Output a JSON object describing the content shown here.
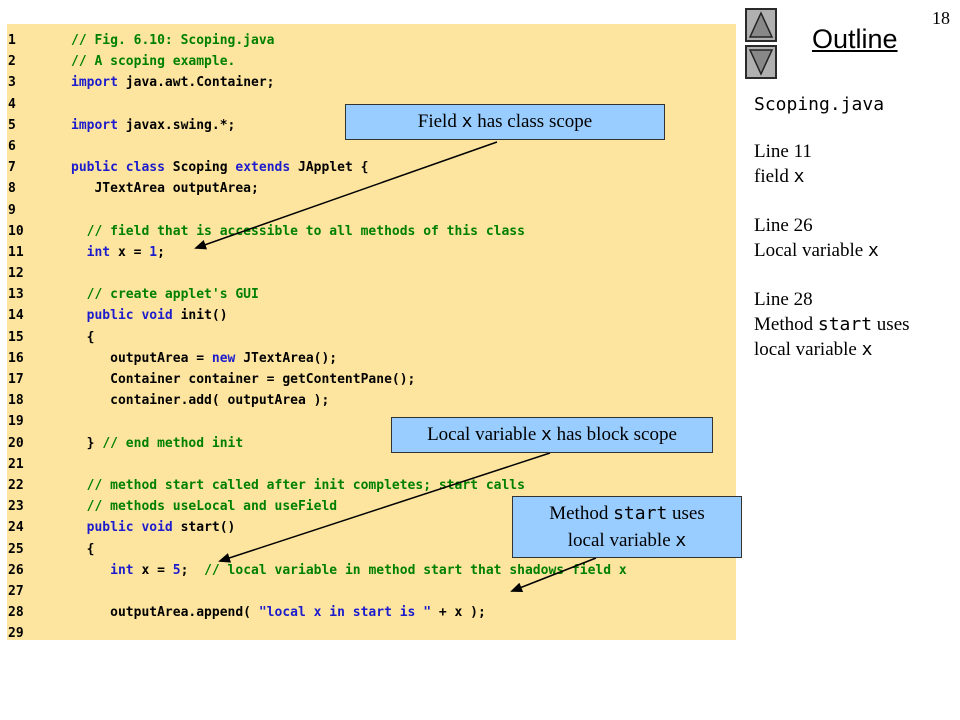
{
  "slide": {
    "number": "18",
    "outline_label": "Outline"
  },
  "nav": {
    "up_icon": "triangle-up-icon",
    "down_icon": "triangle-down-icon"
  },
  "side_notes": {
    "filename": "Scoping.java",
    "groups": [
      {
        "line": "Line 11",
        "desc_pre": "field ",
        "desc_code": "x",
        "desc_post": ""
      },
      {
        "line": "Line 26",
        "desc_pre": "Local variable ",
        "desc_code": "x",
        "desc_post": ""
      },
      {
        "line": "Line 28",
        "desc_pre": "Method ",
        "desc_code": "start",
        "desc_post": " uses",
        "desc2_pre": "local variable ",
        "desc2_code": "x"
      }
    ]
  },
  "callouts": {
    "c1": {
      "pre": "Field ",
      "code": "x",
      "post": " has class scope"
    },
    "c2": {
      "pre": "Local variable ",
      "code": "x",
      "post": " has block scope"
    },
    "c3": {
      "l1_pre": "Method ",
      "l1_code": "start",
      "l1_post": " uses",
      "l2_pre": "local variable ",
      "l2_code": "x"
    }
  },
  "code": {
    "lines": [
      {
        "n": "1",
        "tokens": [
          {
            "t": "// Fig. 6.10: Scoping.java",
            "c": "comment"
          }
        ]
      },
      {
        "n": "2",
        "tokens": [
          {
            "t": "// A scoping example.",
            "c": "comment"
          }
        ]
      },
      {
        "n": "3",
        "tokens": [
          {
            "t": "import",
            "c": "kw"
          },
          {
            "t": " java.awt.Container;",
            "c": "plain"
          }
        ]
      },
      {
        "n": "4",
        "tokens": []
      },
      {
        "n": "5",
        "tokens": [
          {
            "t": "import",
            "c": "kw"
          },
          {
            "t": " javax.swing.*;",
            "c": "plain"
          }
        ]
      },
      {
        "n": "6",
        "tokens": []
      },
      {
        "n": "7",
        "tokens": [
          {
            "t": "public",
            "c": "kw"
          },
          {
            "t": " ",
            "c": "plain"
          },
          {
            "t": "class",
            "c": "kw"
          },
          {
            "t": " Scoping ",
            "c": "plain"
          },
          {
            "t": "extends",
            "c": "kw"
          },
          {
            "t": " JApplet {",
            "c": "plain"
          }
        ]
      },
      {
        "n": "8",
        "tokens": [
          {
            "t": "   JTextArea outputArea;",
            "c": "plain"
          }
        ]
      },
      {
        "n": "9",
        "tokens": []
      },
      {
        "n": "10",
        "tokens": [
          {
            "t": "  // field that is accessible to all methods of this class",
            "c": "comment"
          }
        ]
      },
      {
        "n": "11",
        "tokens": [
          {
            "t": "  ",
            "c": "plain"
          },
          {
            "t": "int",
            "c": "kw"
          },
          {
            "t": " x = ",
            "c": "plain"
          },
          {
            "t": "1",
            "c": "num"
          },
          {
            "t": ";",
            "c": "plain"
          }
        ]
      },
      {
        "n": "12",
        "tokens": []
      },
      {
        "n": "13",
        "tokens": [
          {
            "t": "  // create applet's GUI",
            "c": "comment"
          }
        ]
      },
      {
        "n": "14",
        "tokens": [
          {
            "t": "  ",
            "c": "plain"
          },
          {
            "t": "public",
            "c": "kw"
          },
          {
            "t": " ",
            "c": "plain"
          },
          {
            "t": "void",
            "c": "kw"
          },
          {
            "t": " init()",
            "c": "plain"
          }
        ]
      },
      {
        "n": "15",
        "tokens": [
          {
            "t": "  {",
            "c": "plain"
          }
        ]
      },
      {
        "n": "16",
        "tokens": [
          {
            "t": "     outputArea = ",
            "c": "plain"
          },
          {
            "t": "new",
            "c": "kw"
          },
          {
            "t": " JTextArea();",
            "c": "plain"
          }
        ]
      },
      {
        "n": "17",
        "tokens": [
          {
            "t": "     Container container = getContentPane();",
            "c": "plain"
          }
        ]
      },
      {
        "n": "18",
        "tokens": [
          {
            "t": "     container.add( outputArea );",
            "c": "plain"
          }
        ]
      },
      {
        "n": "19",
        "tokens": []
      },
      {
        "n": "20",
        "tokens": [
          {
            "t": "  } ",
            "c": "plain"
          },
          {
            "t": "// end method init",
            "c": "comment"
          }
        ]
      },
      {
        "n": "21",
        "tokens": []
      },
      {
        "n": "22",
        "tokens": [
          {
            "t": "  // method start called after init completes; start calls",
            "c": "comment"
          }
        ]
      },
      {
        "n": "23",
        "tokens": [
          {
            "t": "  // methods useLocal and useField",
            "c": "comment"
          }
        ]
      },
      {
        "n": "24",
        "tokens": [
          {
            "t": "  ",
            "c": "plain"
          },
          {
            "t": "public",
            "c": "kw"
          },
          {
            "t": " ",
            "c": "plain"
          },
          {
            "t": "void",
            "c": "kw"
          },
          {
            "t": " start()",
            "c": "plain"
          }
        ]
      },
      {
        "n": "25",
        "tokens": [
          {
            "t": "  {",
            "c": "plain"
          }
        ]
      },
      {
        "n": "26",
        "tokens": [
          {
            "t": "     ",
            "c": "plain"
          },
          {
            "t": "int",
            "c": "kw"
          },
          {
            "t": " x = ",
            "c": "plain"
          },
          {
            "t": "5",
            "c": "num"
          },
          {
            "t": ";  ",
            "c": "plain"
          },
          {
            "t": "// local variable in method start that shadows field x",
            "c": "comment"
          }
        ]
      },
      {
        "n": "27",
        "tokens": []
      },
      {
        "n": "28",
        "tokens": [
          {
            "t": "     outputArea.append( ",
            "c": "plain"
          },
          {
            "t": "\"local x in start is \"",
            "c": "string"
          },
          {
            "t": " + x );",
            "c": "plain"
          }
        ]
      },
      {
        "n": "29",
        "tokens": []
      }
    ]
  }
}
